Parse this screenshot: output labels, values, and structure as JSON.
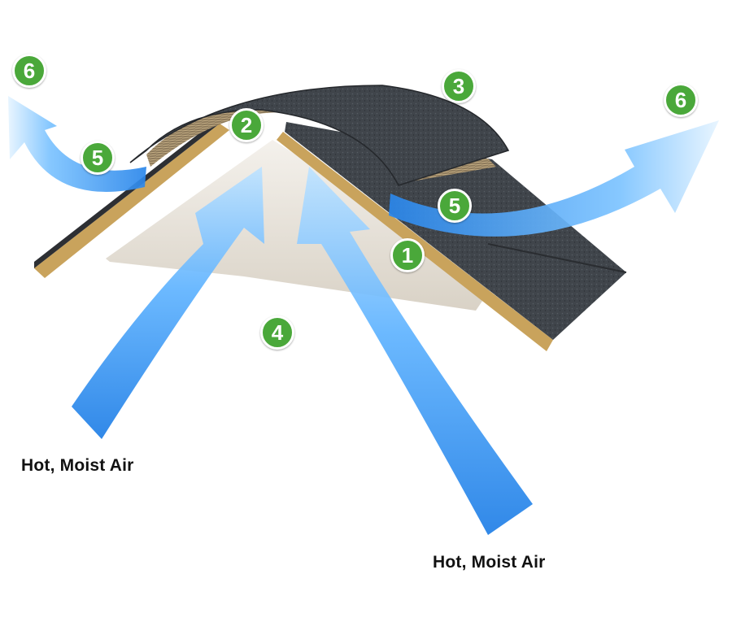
{
  "labels": {
    "hot_air_left": "Hot, Moist Air",
    "hot_air_right": "Hot, Moist Air"
  },
  "badges": {
    "b1": "1",
    "b2": "2",
    "b3": "3",
    "b4": "4",
    "b5_left": "5",
    "b5_right": "5",
    "b6_left": "6",
    "b6_right": "6"
  },
  "colors": {
    "badge_green": "#4aa83a",
    "airflow_blue": "#3a9bf0",
    "shingle_dark": "#3b3f44",
    "deck_wood": "#c9a35c",
    "ceiling": "#e9e4dc"
  }
}
